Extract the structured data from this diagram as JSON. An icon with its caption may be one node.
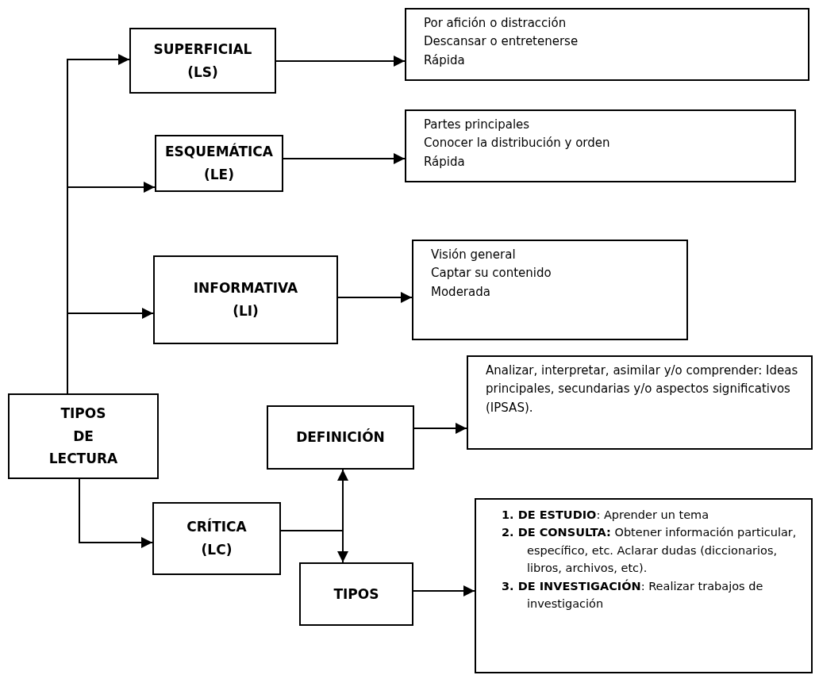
{
  "diagram": {
    "nodes": [
      {
        "text": [
          "TIPOS DE LECTURA"
        ]
      },
      {
        "text": [
          "SUPERFICIAL (LS)"
        ]
      },
      {
        "text": [
          "Por afición o distracción",
          "Descansar o entretenerse",
          "Rápida"
        ]
      },
      {
        "text": [
          "ESQUEMÁTICA (LE)"
        ]
      },
      {
        "text": [
          "Partes principales",
          "Conocer la distribución y orden",
          "Rápida"
        ]
      },
      {
        "text": [
          "INFORMATIVA (LI)"
        ]
      },
      {
        "text": [
          "Visión general",
          "Captar su contenido",
          "Moderada"
        ]
      },
      {
        "text": [
          "DEFINICIÓN"
        ]
      },
      {
        "text": [
          "Analizar, interpretar, asimilar y/o comprender: Ideas principales, secundarias y/o aspectos significativos (IPSAS)."
        ]
      },
      {
        "text": [
          "CRÍTICA (LC)"
        ]
      },
      {
        "text": [
          "TIPOS"
        ]
      },
      {
        "text": [
          "**1. DE ESTUDIO**: Aprender un tema",
          "**2. DE CONSULTA:** Obtener información particular, específico, etc. Aclarar dudas (diccionarios, libros, archivos, etc).",
          "**3. DE INVESTIGACIÓN**: Realizar trabajos de investigación"
        ]
      }
    ],
    "edges": [
      {
        "from": 0,
        "to": 1,
        "arrow": "to"
      },
      {
        "from": 0,
        "to": 3,
        "arrow": "to"
      },
      {
        "from": 0,
        "to": 5,
        "arrow": "to"
      },
      {
        "from": 0,
        "to": 9,
        "arrow": "to"
      },
      {
        "from": 1,
        "to": 2,
        "arrow": "to"
      },
      {
        "from": 3,
        "to": 4,
        "arrow": "to"
      },
      {
        "from": 5,
        "to": 6,
        "arrow": "to"
      },
      {
        "from": 9,
        "to": 7,
        "arrow": "to"
      },
      {
        "from": 9,
        "to": 10,
        "arrow": "to"
      },
      {
        "from": 7,
        "to": 8,
        "arrow": "to"
      },
      {
        "from": 10,
        "to": 11,
        "arrow": "to"
      }
    ]
  }
}
